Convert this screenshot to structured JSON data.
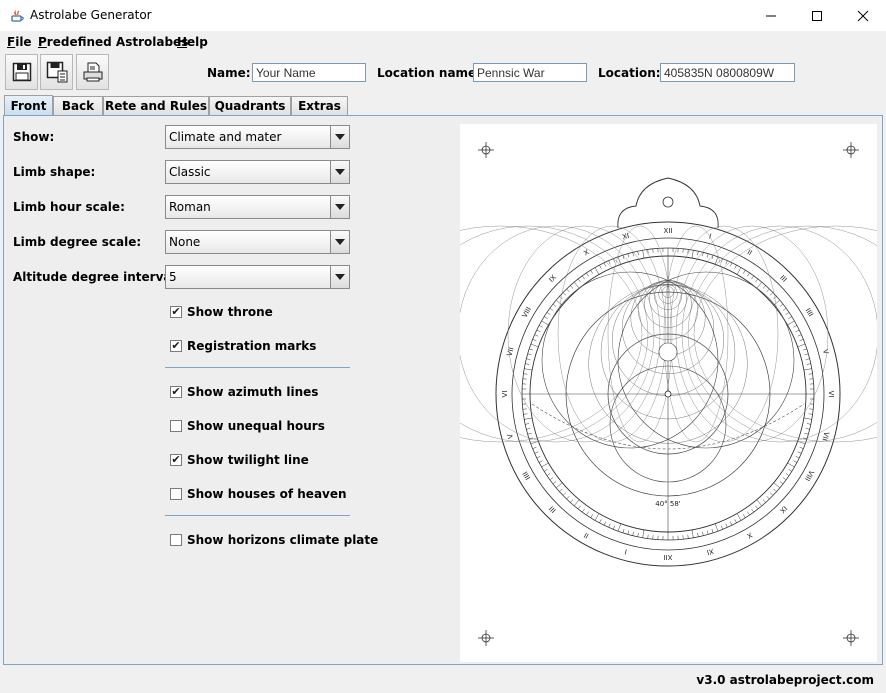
{
  "window": {
    "title": "Astrolabe Generator",
    "minimize_glyph": "—",
    "maximize_glyph": "☐",
    "close_glyph": "✕"
  },
  "menu": {
    "items": [
      {
        "mnemonic": "F",
        "rest": "ile"
      },
      {
        "mnemonic": "P",
        "rest": "redefined Astrolabes"
      },
      {
        "mnemonic": "H",
        "rest": "elp"
      }
    ]
  },
  "toolbar": {
    "icons": [
      "save-icon",
      "save-as-icon",
      "print-icon"
    ]
  },
  "fields": {
    "name_label": "Name:",
    "name_value": "Your Name",
    "location_name_label": "Location name:",
    "location_name_value": "Pennsic War",
    "location_label": "Location:",
    "location_value": "405835N 0800809W"
  },
  "tabs": [
    "Front",
    "Back",
    "Rete and Rules",
    "Quadrants",
    "Extras"
  ],
  "active_tab": "Front",
  "options": {
    "show_label": "Show:",
    "show_value": "Climate and mater",
    "limb_shape_label": "Limb shape:",
    "limb_shape_value": "Classic",
    "limb_hour_label": "Limb hour scale:",
    "limb_hour_value": "Roman",
    "limb_degree_label": "Limb degree scale:",
    "limb_degree_value": "None",
    "altitude_label": "Altitude degree interval:",
    "altitude_value": "5"
  },
  "checkboxes": [
    {
      "label": "Show throne",
      "checked": true
    },
    {
      "label": "Registration marks",
      "checked": true
    },
    {
      "label": "Show azimuth lines",
      "checked": true
    },
    {
      "label": "Show unequal hours",
      "checked": false
    },
    {
      "label": "Show twilight line",
      "checked": true
    },
    {
      "label": "Show houses of heaven",
      "checked": false
    },
    {
      "label": "Show horizons climate plate",
      "checked": false
    }
  ],
  "preview": {
    "latitude_text": "40° 58'",
    "hour_numerals": [
      "XII",
      "I",
      "II",
      "III",
      "IIII",
      "V",
      "VI",
      "VII",
      "VIII",
      "IX",
      "X",
      "XI",
      "XII",
      "I",
      "II",
      "III",
      "IIII",
      "V",
      "VI",
      "VII",
      "VIII",
      "IX",
      "X",
      "XI"
    ]
  },
  "status": {
    "version": "v3.0 astrolabeproject.com"
  },
  "colors": {
    "tab_border": "#7ea5c8",
    "field_border": "#7a9bb5"
  }
}
